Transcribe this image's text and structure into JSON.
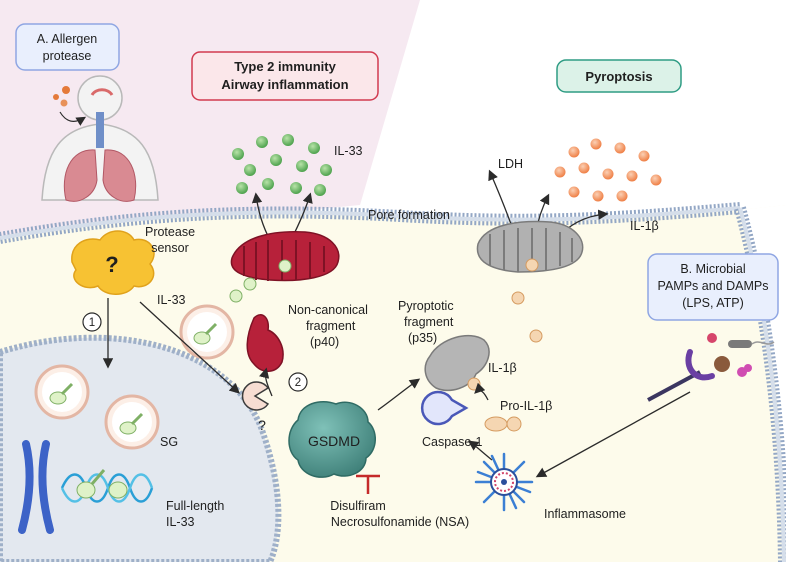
{
  "boxes": {
    "allergen_line1": "A. Allergen",
    "allergen_line2": "protease",
    "type2_line1": "Type 2 immunity",
    "type2_line2": "Airway inflammation",
    "pyroptosis": "Pyroptosis",
    "microbial_line1": "B. Microbial",
    "microbial_line2": "PAMPs and DAMPs",
    "microbial_line3": "(LPS, ATP)"
  },
  "labels": {
    "il33_top": "IL-33",
    "ldh": "LDH",
    "il1b_top": "IL-1β",
    "pore_formation": "Pore formation",
    "protease_sensor_line1": "Protease",
    "protease_sensor_line2": "sensor",
    "question_sensor": "?",
    "il33_inner": "IL-33",
    "step1": "1",
    "step2": "2",
    "noncanonical_line1": "Non-canonical",
    "noncanonical_line2": "fragment",
    "noncanonical_line3": "(p40)",
    "pyroptotic_line1": "Pyroptotic",
    "pyroptotic_line2": "fragment",
    "pyroptotic_line3": "(p35)",
    "question_protease": "?",
    "gsdmd": "GSDMD",
    "caspase1": "Caspase-1",
    "il1b_inner": "IL-1β",
    "pro_il1b": "Pro-IL-1β",
    "sg": "SG",
    "full_length_line1": "Full-length",
    "full_length_line2": "IL-33",
    "disulfiram": "Disulfiram",
    "nsa": "Necrosulfonamide (NSA)",
    "inflammasome": "Inflammasome"
  },
  "colors": {
    "allergen_region": "#f6e9f1",
    "cell_interior": "#fdfbeb",
    "nucleus": "#e2e7ee",
    "membrane": "#a9b9cf",
    "type2_border": "#d23a4f",
    "type2_fill": "#fbe7ea",
    "pyroptosis_border": "#2f9c84",
    "pyroptosis_fill": "#dcf2e8",
    "info_border": "#8fa6e3",
    "info_fill": "#e9effd",
    "il33_dot": "#62b462",
    "il1b_dot": "#f08a55",
    "crimson_pore": "#b7213a",
    "grey_pore": "#a9a9a9",
    "gsdmd": "#5a9d95",
    "caspase": "#4a58b8",
    "inhibitor": "#c52a2a",
    "sensor": "#f7c233"
  }
}
